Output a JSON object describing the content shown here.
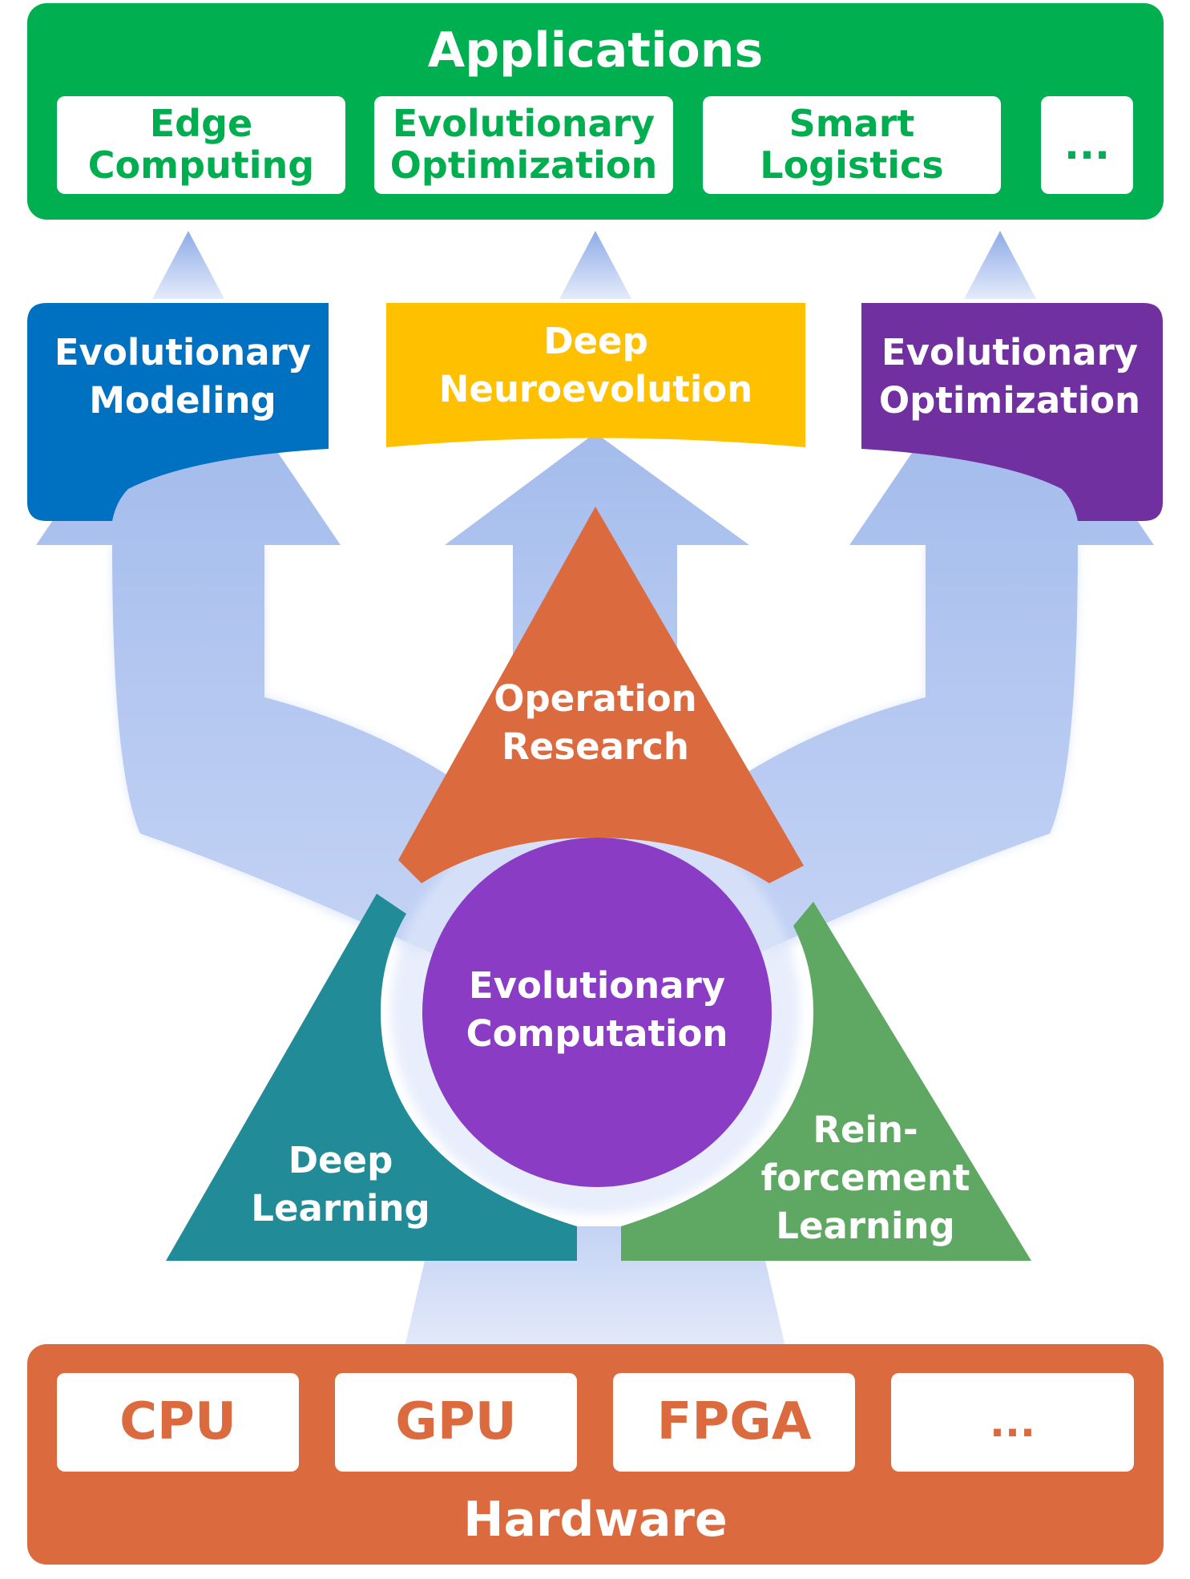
{
  "applications": {
    "title": "Applications",
    "items": [
      {
        "line1": "Edge",
        "line2": "Computing"
      },
      {
        "line1": "Evolutionary",
        "line2": "Optimization"
      },
      {
        "line1": "Smart",
        "line2": "Logistics"
      },
      {
        "line1": "...",
        "line2": ""
      }
    ]
  },
  "methods": {
    "left": {
      "line1": "Evolutionary",
      "line2": "Modeling"
    },
    "center": {
      "line1": "Deep",
      "line2": "Neuroevolution"
    },
    "right": {
      "line1": "Evolutionary",
      "line2": "Optimization"
    }
  },
  "core": {
    "top": {
      "line1": "Operation",
      "line2": "Research"
    },
    "left": {
      "line1": "Deep",
      "line2": "Learning"
    },
    "right": {
      "line1": "Rein-",
      "line2": "forcement",
      "line3": "Learning"
    },
    "center": {
      "line1": "Evolutionary",
      "line2": "Computation"
    }
  },
  "hardware": {
    "title": "Hardware",
    "items": [
      "CPU",
      "GPU",
      "FPGA",
      "..."
    ]
  },
  "colors": {
    "applications": "#00b050",
    "hardware": "#dc6a3f",
    "evolutionary_modeling": "#0070c0",
    "deep_neuroevolution": "#ffc000",
    "evolutionary_optimization": "#7030a0",
    "operation_research": "#dc6a3f",
    "deep_learning": "#218b98",
    "reinforcement_learning": "#5fa863",
    "evolutionary_computation": "#8a3dc4",
    "arrow": "#a6bdeb"
  }
}
